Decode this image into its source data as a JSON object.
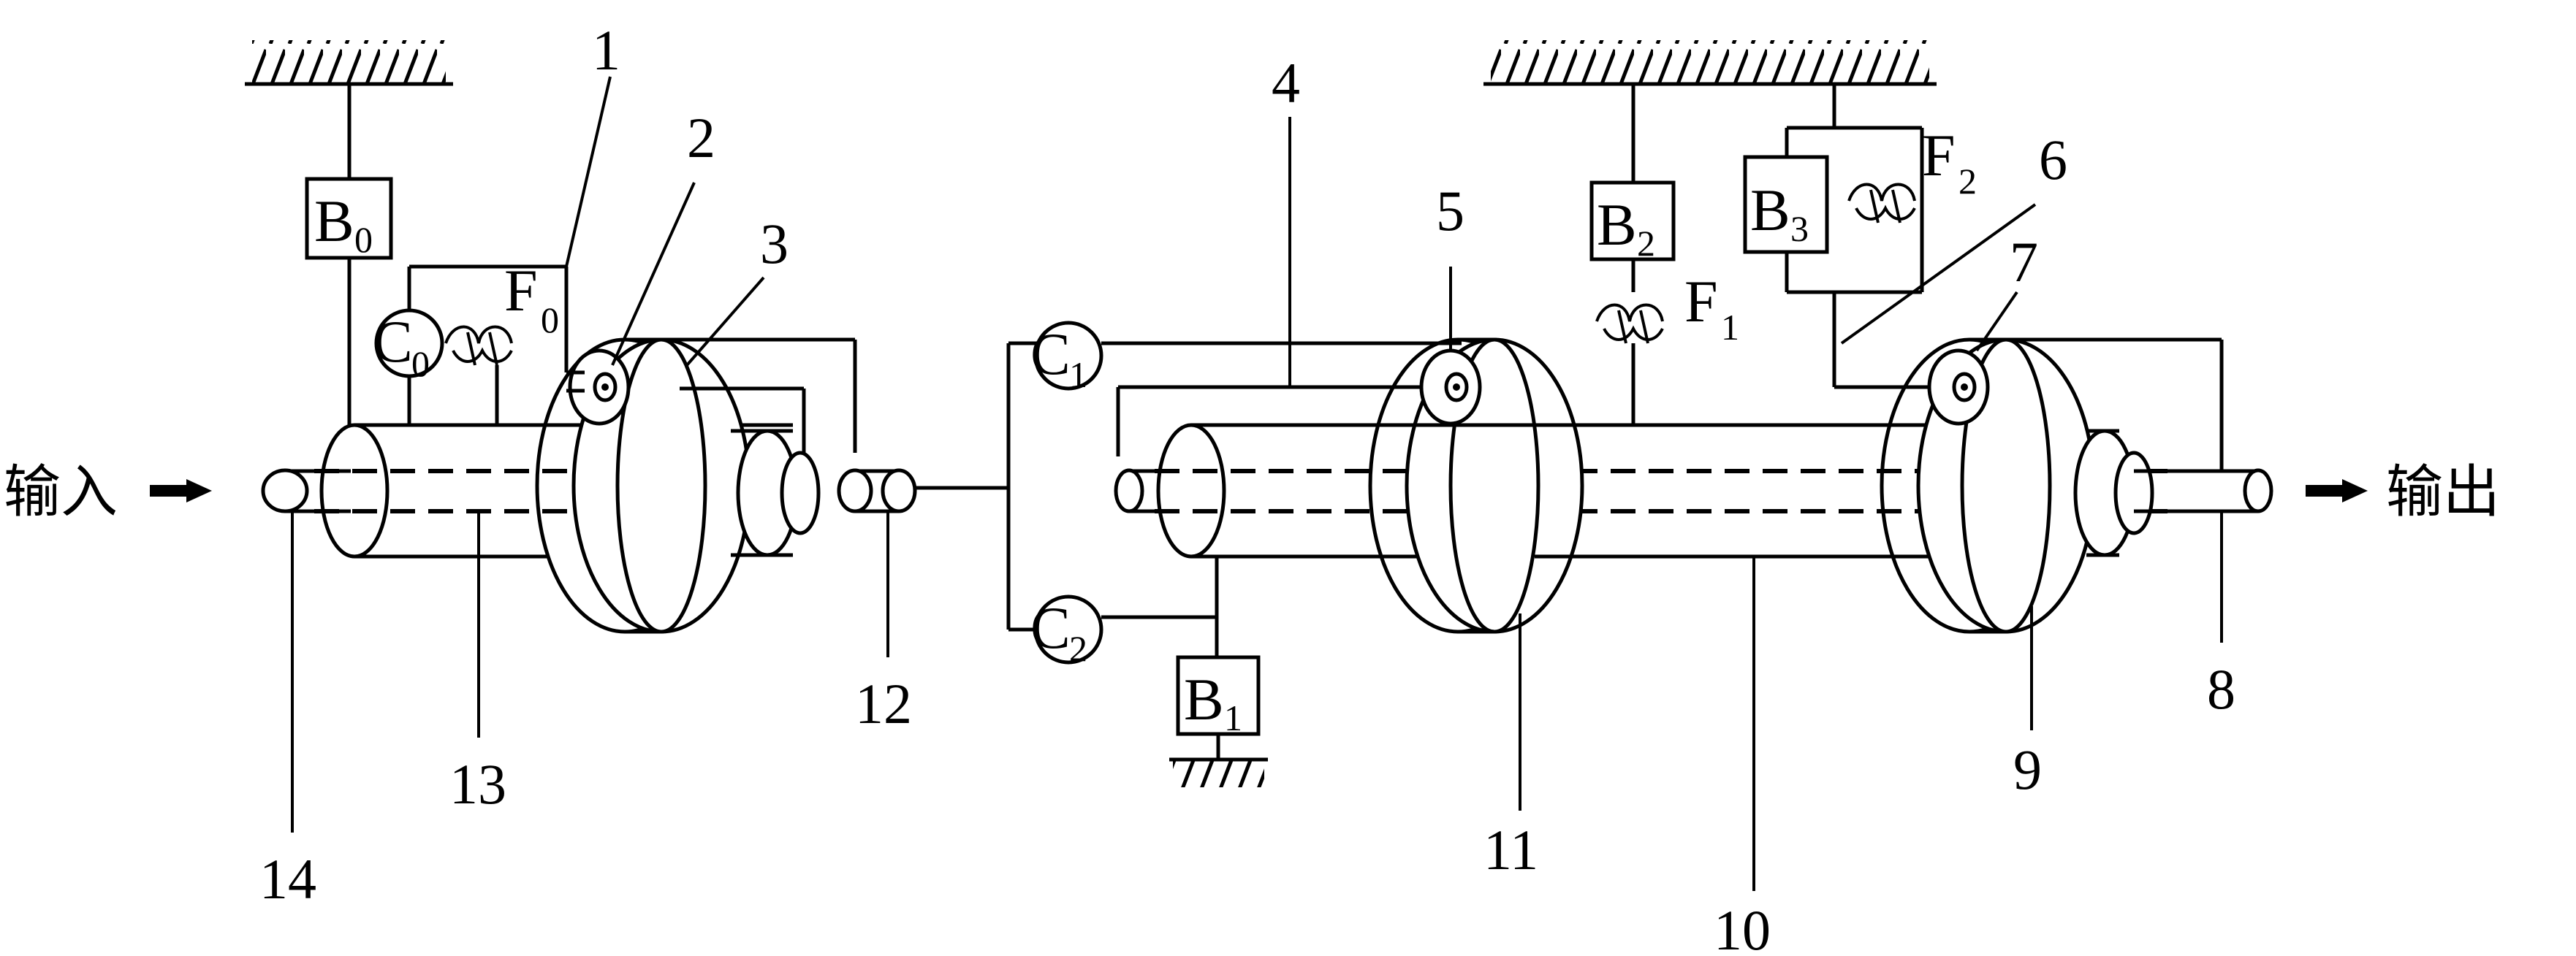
{
  "io": {
    "input": "输入",
    "output": "输出"
  },
  "parts": {
    "p1": "1",
    "p2": "2",
    "p3": "3",
    "p4": "4",
    "p5": "5",
    "p6": "6",
    "p7": "7",
    "p8": "8",
    "p9": "9",
    "p10": "10",
    "p11": "11",
    "p12": "12",
    "p13": "13",
    "p14": "14"
  },
  "brakes": {
    "b0": {
      "main": "B",
      "sub": "0"
    },
    "b1": {
      "main": "B",
      "sub": "1"
    },
    "b2": {
      "main": "B",
      "sub": "2"
    },
    "b3": {
      "main": "B",
      "sub": "3"
    }
  },
  "clutches": {
    "c0": {
      "main": "C",
      "sub": "0"
    },
    "c1": {
      "main": "C",
      "sub": "1"
    },
    "c2": {
      "main": "C",
      "sub": "2"
    }
  },
  "oneway": {
    "f0": {
      "main": "F",
      "sub": "0"
    },
    "f1": {
      "main": "F",
      "sub": "1"
    },
    "f2": {
      "main": "F",
      "sub": "2"
    }
  }
}
